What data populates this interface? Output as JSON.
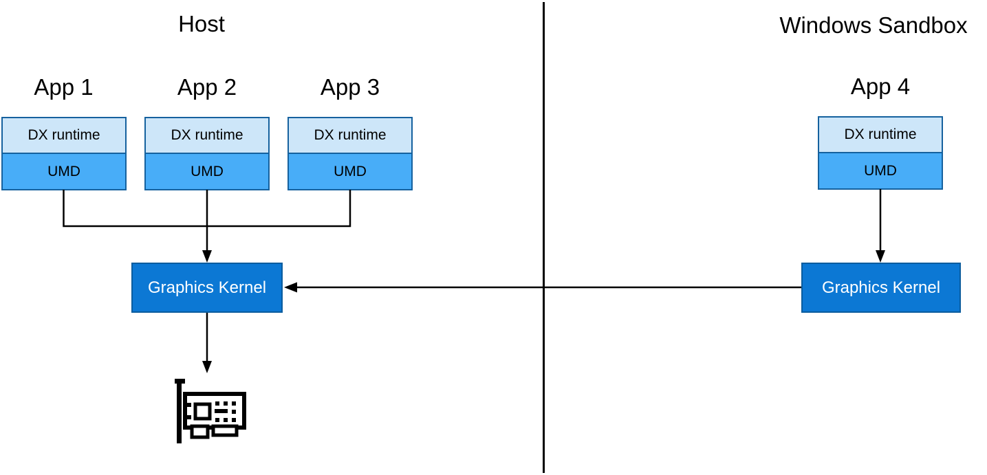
{
  "diagram": {
    "host": {
      "title": "Host",
      "apps": [
        {
          "label": "App 1",
          "dx_label": "DX runtime",
          "umd_label": "UMD"
        },
        {
          "label": "App 2",
          "dx_label": "DX runtime",
          "umd_label": "UMD"
        },
        {
          "label": "App 3",
          "dx_label": "DX runtime",
          "umd_label": "UMD"
        }
      ],
      "kernel": {
        "label": "Graphics Kernel"
      },
      "gpu_icon": "gpu-card-icon"
    },
    "sandbox": {
      "title": "Windows Sandbox",
      "app": {
        "label": "App 4",
        "dx_label": "DX runtime",
        "umd_label": "UMD"
      },
      "kernel": {
        "label": "Graphics Kernel"
      }
    }
  },
  "colors": {
    "dx_runtime_fill": "#cde6f9",
    "umd_fill": "#48adf8",
    "app_border": "#15619e",
    "kernel_fill": "#0c78d4",
    "kernel_border": "#0a5c9e",
    "kernel_text": "#ffffff",
    "line": "#000000"
  }
}
